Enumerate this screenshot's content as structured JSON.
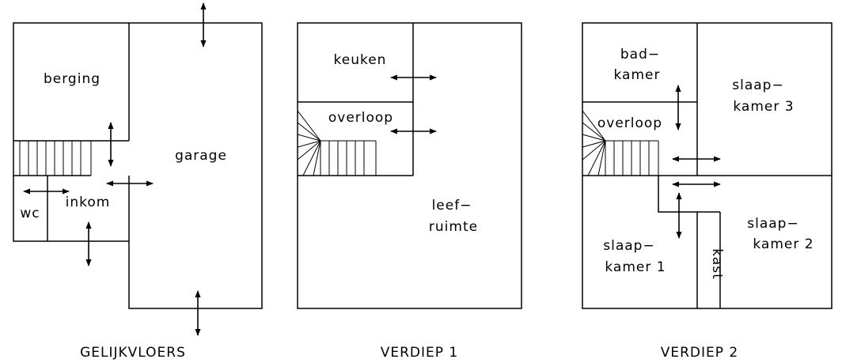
{
  "floors": [
    {
      "caption": "GELIJKVLOERS",
      "rooms": {
        "berging": "berging",
        "garage": "garage",
        "wc": "wc",
        "inkom": "inkom"
      }
    },
    {
      "caption": "VERDIEP  1",
      "rooms": {
        "keuken": "keuken",
        "overloop": "overloop",
        "leef1": "leef−",
        "leef2": "ruimte"
      }
    },
    {
      "caption": "VERDIEP  2",
      "rooms": {
        "bad1": "bad−",
        "bad2": "kamer",
        "overloop": "overloop",
        "sk3a": "slaap−",
        "sk3b": "kamer  3",
        "sk2a": "slaap−",
        "sk2b": "kamer  2",
        "sk1a": "slaap−",
        "sk1b": "kamer  1",
        "kast": "kast"
      }
    }
  ],
  "icons": [
    "double-arrow-icon"
  ]
}
